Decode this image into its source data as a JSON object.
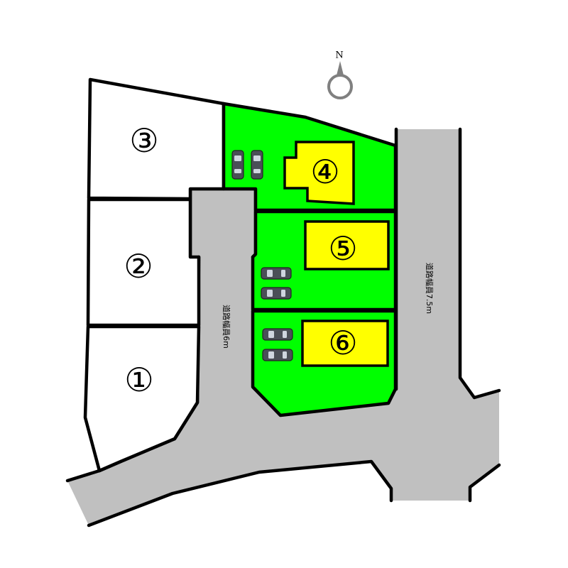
{
  "lots": {
    "lot1": {
      "label": "①",
      "color": "#ffffff"
    },
    "lot2": {
      "label": "②",
      "color": "#ffffff"
    },
    "lot3": {
      "label": "③",
      "color": "#ffffff"
    },
    "lot4": {
      "label": "④",
      "color": "#00ff00"
    },
    "lot5": {
      "label": "⑤",
      "color": "#00ff00"
    },
    "lot6": {
      "label": "⑥",
      "color": "#00ff00"
    }
  },
  "roads": {
    "inner_road_label": "道路幅員6m",
    "main_road_label": "道路幅員7.5m",
    "color": "#c0c0c0"
  },
  "compass": {
    "north_label": "N",
    "icon": "north-arrow-icon"
  },
  "colors": {
    "available_lot": "#00ff00",
    "house_footprint": "#ffff00",
    "road": "#c0c0c0"
  },
  "parking": {
    "icon": "car-icon"
  }
}
